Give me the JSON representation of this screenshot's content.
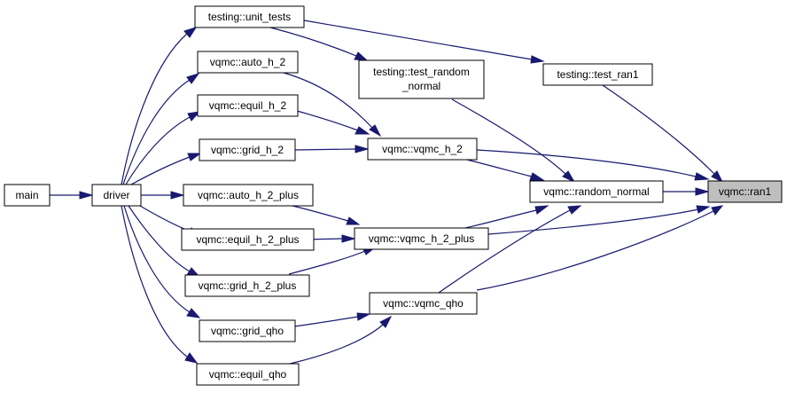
{
  "graph": {
    "colors": {
      "edge": "#191970",
      "node_fill": "#ffffff",
      "highlight_fill": "#bfbfbf",
      "border": "#000000"
    },
    "nodes": {
      "main": {
        "label": "main"
      },
      "driver": {
        "label": "driver"
      },
      "unit_tests": {
        "label": "testing::unit_tests"
      },
      "auto_h_2": {
        "label": "vqmc::auto_h_2"
      },
      "equil_h_2": {
        "label": "vqmc::equil_h_2"
      },
      "grid_h_2": {
        "label": "vqmc::grid_h_2"
      },
      "auto_h_2_plus": {
        "label": "vqmc::auto_h_2_plus"
      },
      "equil_h_2_plus": {
        "label": "vqmc::equil_h_2_plus"
      },
      "grid_h_2_plus": {
        "label": "vqmc::grid_h_2_plus"
      },
      "grid_qho": {
        "label": "vqmc::grid_qho"
      },
      "equil_qho": {
        "label": "vqmc::equil_qho"
      },
      "test_random_normal": {
        "label_line1": "testing::test_random",
        "label_line2": "_normal"
      },
      "test_ran1": {
        "label": "testing::test_ran1"
      },
      "vqmc_h_2": {
        "label": "vqmc::vqmc_h_2"
      },
      "vqmc_h_2_plus": {
        "label": "vqmc::vqmc_h_2_plus"
      },
      "vqmc_qho": {
        "label": "vqmc::vqmc_qho"
      },
      "random_normal": {
        "label": "vqmc::random_normal"
      },
      "ran1": {
        "label": "vqmc::ran1"
      }
    }
  }
}
